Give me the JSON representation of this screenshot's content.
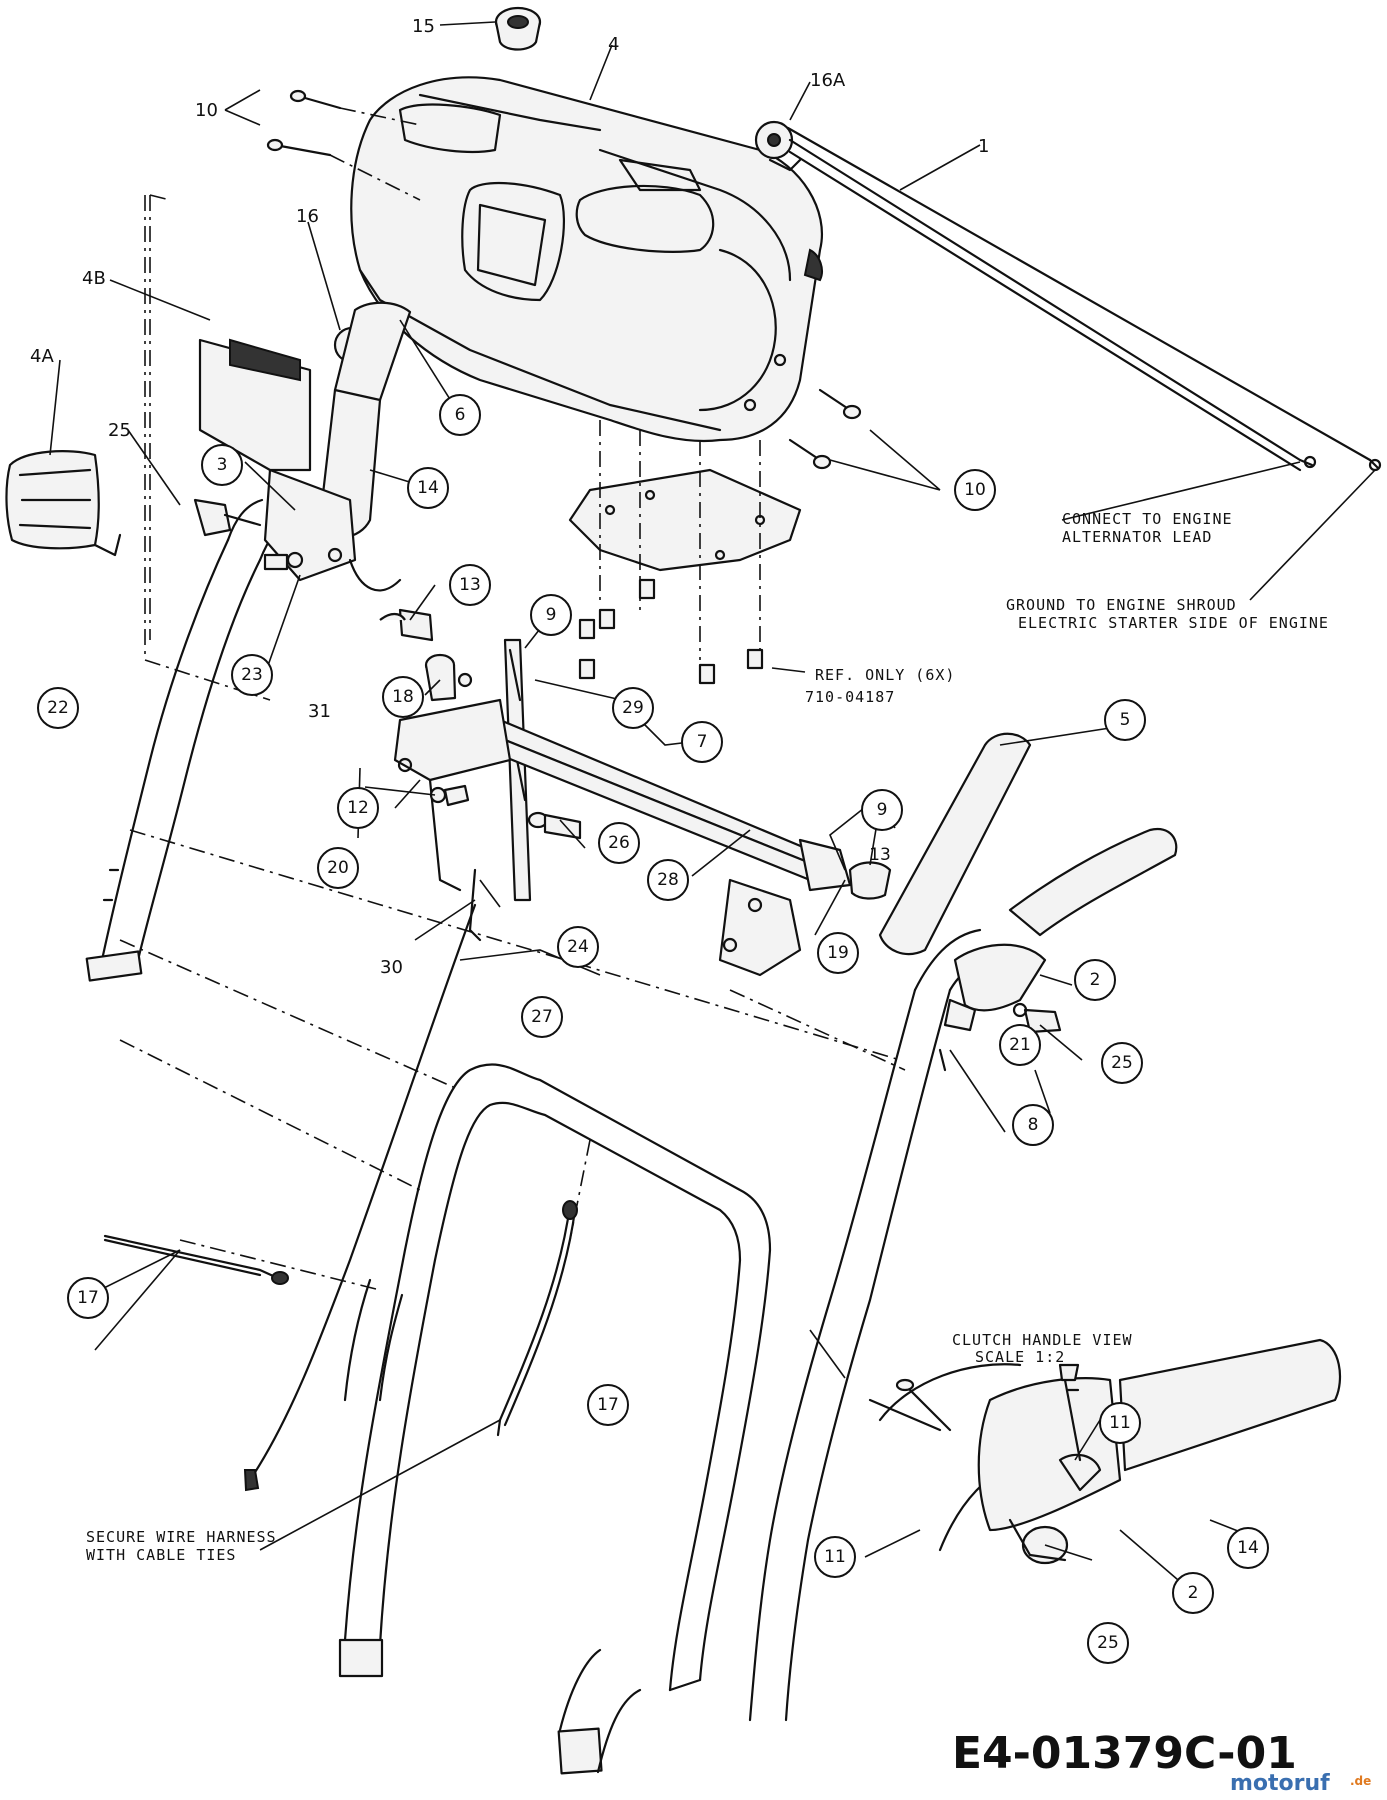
{
  "callouts": {
    "p1": "1",
    "p2a": "2",
    "p2b": "2",
    "p3": "3",
    "p4": "4",
    "p4A": "4A",
    "p4B": "4B",
    "p5": "5",
    "p6": "6",
    "p7": "7",
    "p8": "8",
    "p9a": "9",
    "p9b": "9",
    "p10a": "10",
    "p10b": "10",
    "p11a": "11",
    "p11b": "11",
    "p12": "12",
    "p13a": "13",
    "p13b": "13",
    "p14a": "14",
    "p14b": "14",
    "p15": "15",
    "p16": "16",
    "p16A": "16A",
    "p17a": "17",
    "p17b": "17",
    "p18": "18",
    "p19": "19",
    "p20": "20",
    "p21": "21",
    "p22": "22",
    "p23": "23",
    "p24": "24",
    "p25a": "25",
    "p25b": "25",
    "p25c": "25",
    "p26": "26",
    "p27": "27",
    "p28": "28",
    "p29": "29",
    "p30": "30",
    "p31": "31"
  },
  "notes": {
    "alternator_line1": "CONNECT TO ENGINE",
    "alternator_line2": "ALTERNATOR LEAD",
    "ground_line1": "GROUND TO ENGINE SHROUD",
    "ground_line2": "ELECTRIC STARTER SIDE OF ENGINE",
    "ref_line1": "REF. ONLY (6X)",
    "ref_line2": "710-04187",
    "clutch_line1": "CLUTCH HANDLE VIEW",
    "clutch_line2": "SCALE 1:2",
    "harness_line1": "SECURE WIRE HARNESS",
    "harness_line2": "WITH CABLE TIES"
  },
  "drawing_code": "E4-01379C-01",
  "watermark": {
    "main": "motoruf",
    "suffix": ".de",
    "color_main": "#3a6fb0",
    "color_accent": "#e07a20"
  }
}
